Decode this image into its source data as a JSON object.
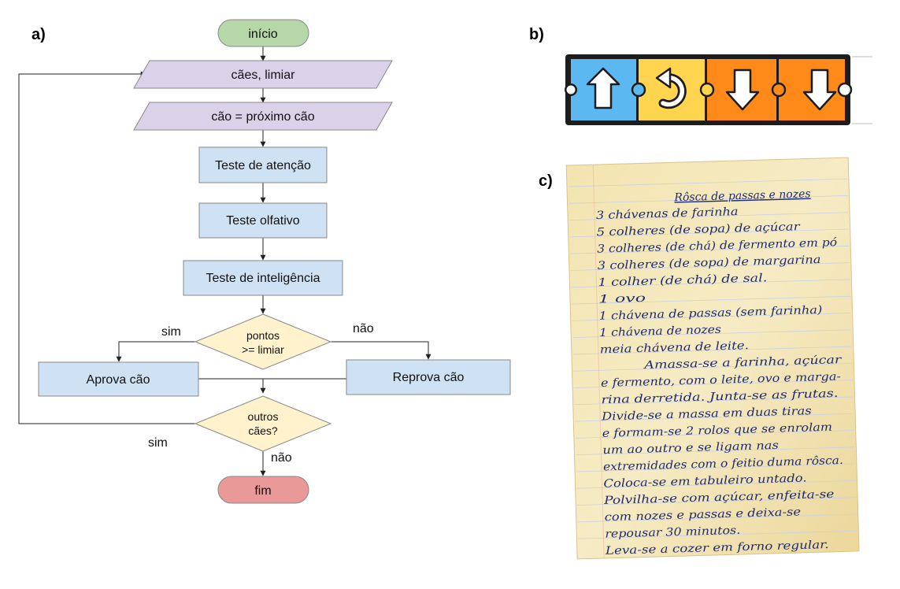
{
  "panels": {
    "a": "a)",
    "b": "b)",
    "c": "c)"
  },
  "flowchart": {
    "start": "início",
    "input": "cães, limiar",
    "next_dog": "cão = próximo cão",
    "attention": "Teste de atenção",
    "olfactory": "Teste olfativo",
    "intelligence": "Teste de inteligência",
    "decision_score_line1": "pontos",
    "decision_score_line2": ">= limiar",
    "yes_score": "sim",
    "no_score": "não",
    "approve": "Aprova cão",
    "reject": "Reprova cão",
    "decision_more_line1": "outros",
    "decision_more_line2": "cães?",
    "yes_more": "sim",
    "no_more": "não",
    "end": "fim",
    "colors": {
      "terminal_start": "#b6d7a8",
      "terminal_end": "#ea9999",
      "io": "#d9d2e9",
      "process": "#cfe2f3",
      "decision": "#fff2cc",
      "stroke": "#888888"
    }
  },
  "puzzle": {
    "blocks": [
      {
        "icon": "up-arrow-icon",
        "color": "#5bb8f0"
      },
      {
        "icon": "turn-back-icon",
        "color": "#ffd54f"
      },
      {
        "icon": "down-arrow-icon",
        "color": "#ff8a1a"
      },
      {
        "icon": "down-arrow-icon",
        "color": "#ff8a1a"
      }
    ]
  },
  "recipe": {
    "title": "Rôsca de passas e nozes",
    "lines": [
      "3 chávenas de farinha",
      "5 colheres (de sopa) de açúcar",
      "3 colheres (de chá) de fermento em pó",
      "3 colheres (de sopa) de margarina",
      "1 colher (de chá) de sal.",
      "1 ovo",
      "1 chávena de passas (sem farinha)",
      "1 chávena de nozes",
      "meia chávena de leite.",
      "Amassa-se a farinha, açúcar",
      "e fermento, com o leite, ovo e marga-",
      "rina derretida. Junta-se as frutas.",
      "Divide-se a massa em duas tiras",
      "e formam-se 2 rolos que se enrolam",
      "um ao outro e se ligam nas",
      "extremidades com o feitio duma rôsca.",
      "Coloca-se em tabuleiro untado.",
      "Polvilha-se com açúcar, enfeita-se",
      "com nozes e passas e deixa-se",
      "repousar 30 minutos.",
      "Leva-se a cozer em forno regular."
    ]
  }
}
